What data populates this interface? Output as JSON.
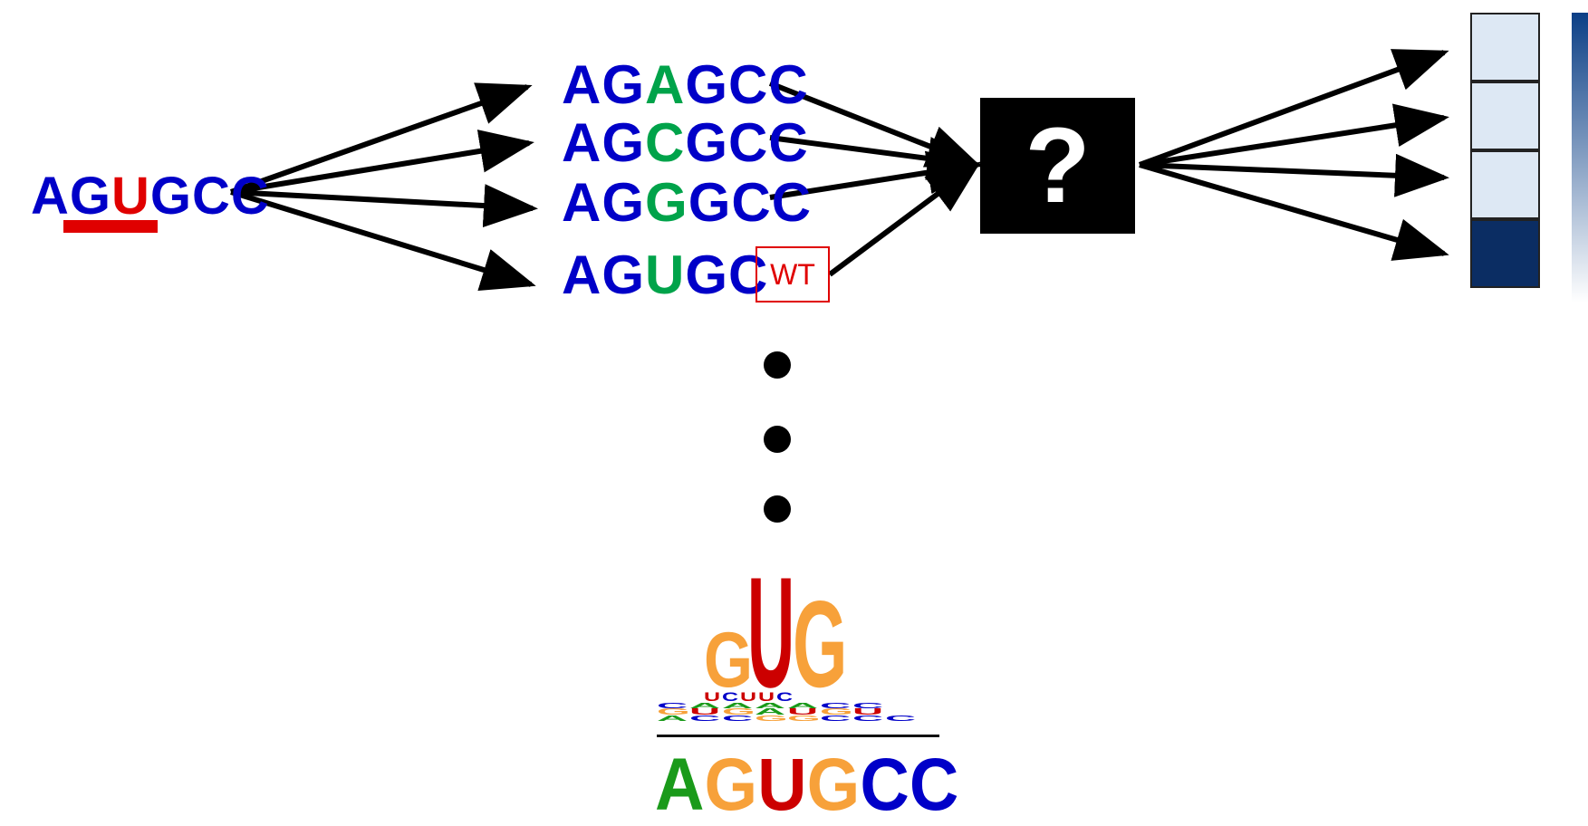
{
  "colors": {
    "base": "#0000c8",
    "mutant": "#00a34a",
    "target": "#e00000",
    "arrow": "#000000",
    "box": "#000000",
    "box_text": "#ffffff",
    "cell_light": "#dde8f4",
    "cell_dark": "#0b2d63",
    "logo_A": "#1a9a1a",
    "logo_G": "#f7a13a",
    "logo_U": "#cc0000",
    "logo_C": "#0000c8"
  },
  "source": {
    "letters": [
      "A",
      "G",
      "U",
      "G",
      "C",
      "C"
    ],
    "target_index": 2
  },
  "variants": [
    {
      "letters": [
        "A",
        "G",
        "A",
        "G",
        "C",
        "C"
      ],
      "mutant_index": 2
    },
    {
      "letters": [
        "A",
        "G",
        "C",
        "G",
        "C",
        "C"
      ],
      "mutant_index": 2
    },
    {
      "letters": [
        "A",
        "G",
        "G",
        "G",
        "C",
        "C"
      ],
      "mutant_index": 2
    },
    {
      "letters": [
        "A",
        "G",
        "U",
        "G",
        "C"
      ],
      "mutant_index": 2,
      "badge": "WT"
    }
  ],
  "model_box": {
    "label": "?"
  },
  "ellipsis": [
    "•",
    "•",
    "•"
  ],
  "scores": {
    "levels": [
      0.12,
      0.12,
      0.12,
      1.0
    ]
  },
  "colorbar": {
    "top_color": "#0b3f86",
    "bottom_color": "#ffffff"
  },
  "logo": {
    "large_letters": [
      "G",
      "U",
      "G"
    ],
    "consensus": [
      "A",
      "G",
      "U",
      "G",
      "C",
      "C"
    ]
  },
  "icons": {
    "arrow": "arrow-right-icon"
  }
}
